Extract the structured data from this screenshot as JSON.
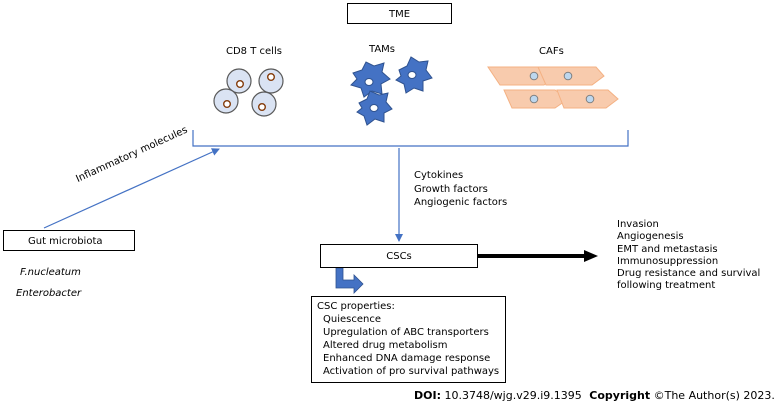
{
  "tme": {
    "label": "TME"
  },
  "cell_groups": {
    "cd8": "CD8 T cells",
    "tams": "TAMs",
    "cafs": "CAFs"
  },
  "inflammatory_label": "Inflammatory molecules",
  "gut": {
    "label": "Gut microbiota",
    "species": [
      "F.nucleatum",
      "Enterobacter"
    ]
  },
  "factors": [
    "Cytokines",
    "Growth factors",
    "Angiogenic factors"
  ],
  "cscs": {
    "label": "CSCs"
  },
  "outcomes": [
    "Invasion",
    "Angiogenesis",
    "EMT and metastasis",
    "Immunosuppression",
    "Drug resistance and survival",
    "following treatment"
  ],
  "properties": {
    "title": "CSC properties:",
    "items": [
      "Quiescence",
      "Upregulation of ABC transporters",
      "Altered drug metabolism",
      "Enhanced DNA damage response",
      "Activation of pro survival pathways"
    ]
  },
  "footer": {
    "doi_label": "DOI:",
    "doi_value": "10.3748/wjg.v29.i9.1395",
    "copyright_label": "Copyright",
    "copyright_value": "©The Author(s) 2023."
  },
  "colors": {
    "arrow_blue": "#4472c4",
    "tam_blue": "#4472c4",
    "caf_fill": "#f8cbad",
    "cd8_fill": "#dae3f3",
    "nucleus_brown": "#843c0c"
  }
}
